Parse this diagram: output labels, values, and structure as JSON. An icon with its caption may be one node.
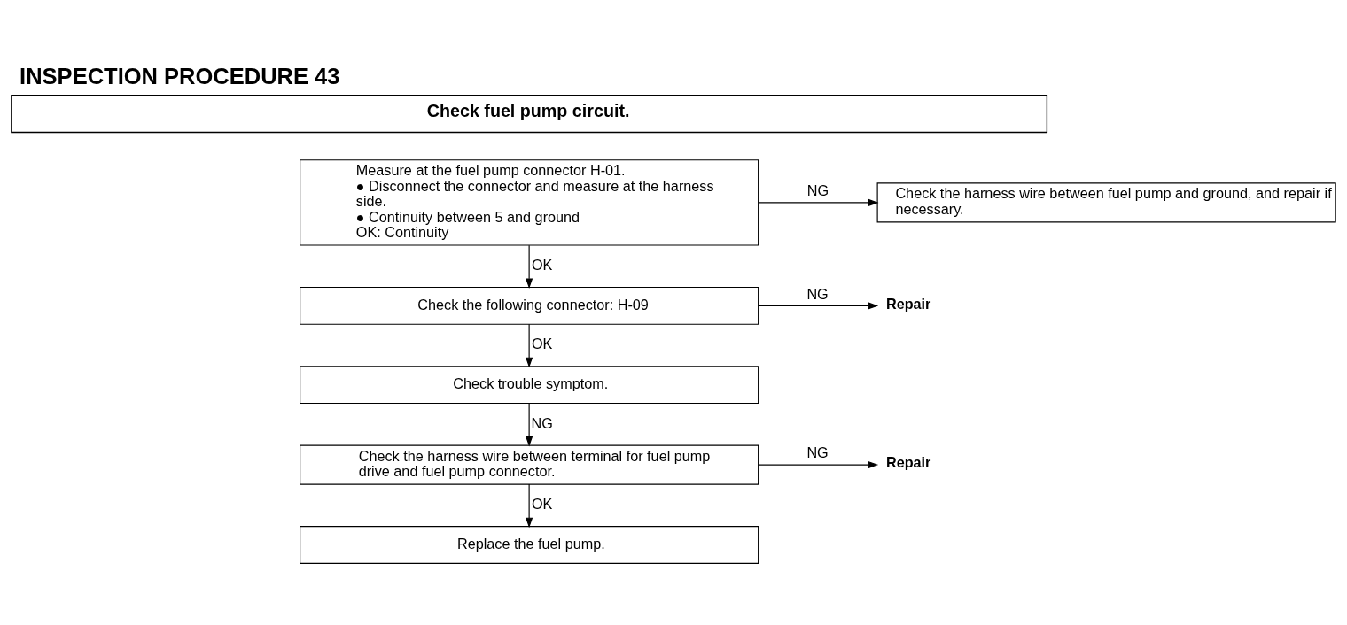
{
  "diagram": {
    "title": "INSPECTION PROCEDURE 43",
    "nodes": [
      {
        "text": [
          "Check fuel pump circuit."
        ]
      },
      {
        "text": [
          "Measure at the fuel pump connector H-01.",
          "● Disconnect the connector and measure at the harness side.",
          "● Continuity between 5 and ground",
          "OK: Continuity"
        ]
      },
      {
        "text": [
          "Check the harness wire between fuel pump and ground, and repair if necessary."
        ]
      },
      {
        "text": [
          "Check the following connector: H-09"
        ]
      },
      {
        "text": [
          "Repair"
        ]
      },
      {
        "text": [
          "Check trouble symptom."
        ]
      },
      {
        "text": [
          "Check the harness wire between terminal for fuel pump drive and fuel pump connector."
        ]
      },
      {
        "text": [
          "Repair"
        ]
      },
      {
        "text": [
          "Replace the fuel pump."
        ]
      }
    ],
    "edges": [
      {
        "from": 1,
        "to": 2,
        "arrow": "to",
        "label": "NG"
      },
      {
        "from": 1,
        "to": 3,
        "arrow": "to",
        "label": "OK"
      },
      {
        "from": 3,
        "to": 4,
        "arrow": "to",
        "label": "NG"
      },
      {
        "from": 3,
        "to": 5,
        "arrow": "to",
        "label": "OK"
      },
      {
        "from": 5,
        "to": 6,
        "arrow": "to",
        "label": "NG"
      },
      {
        "from": 6,
        "to": 7,
        "arrow": "to",
        "label": "NG"
      },
      {
        "from": 6,
        "to": 8,
        "arrow": "to",
        "label": "OK"
      }
    ]
  }
}
